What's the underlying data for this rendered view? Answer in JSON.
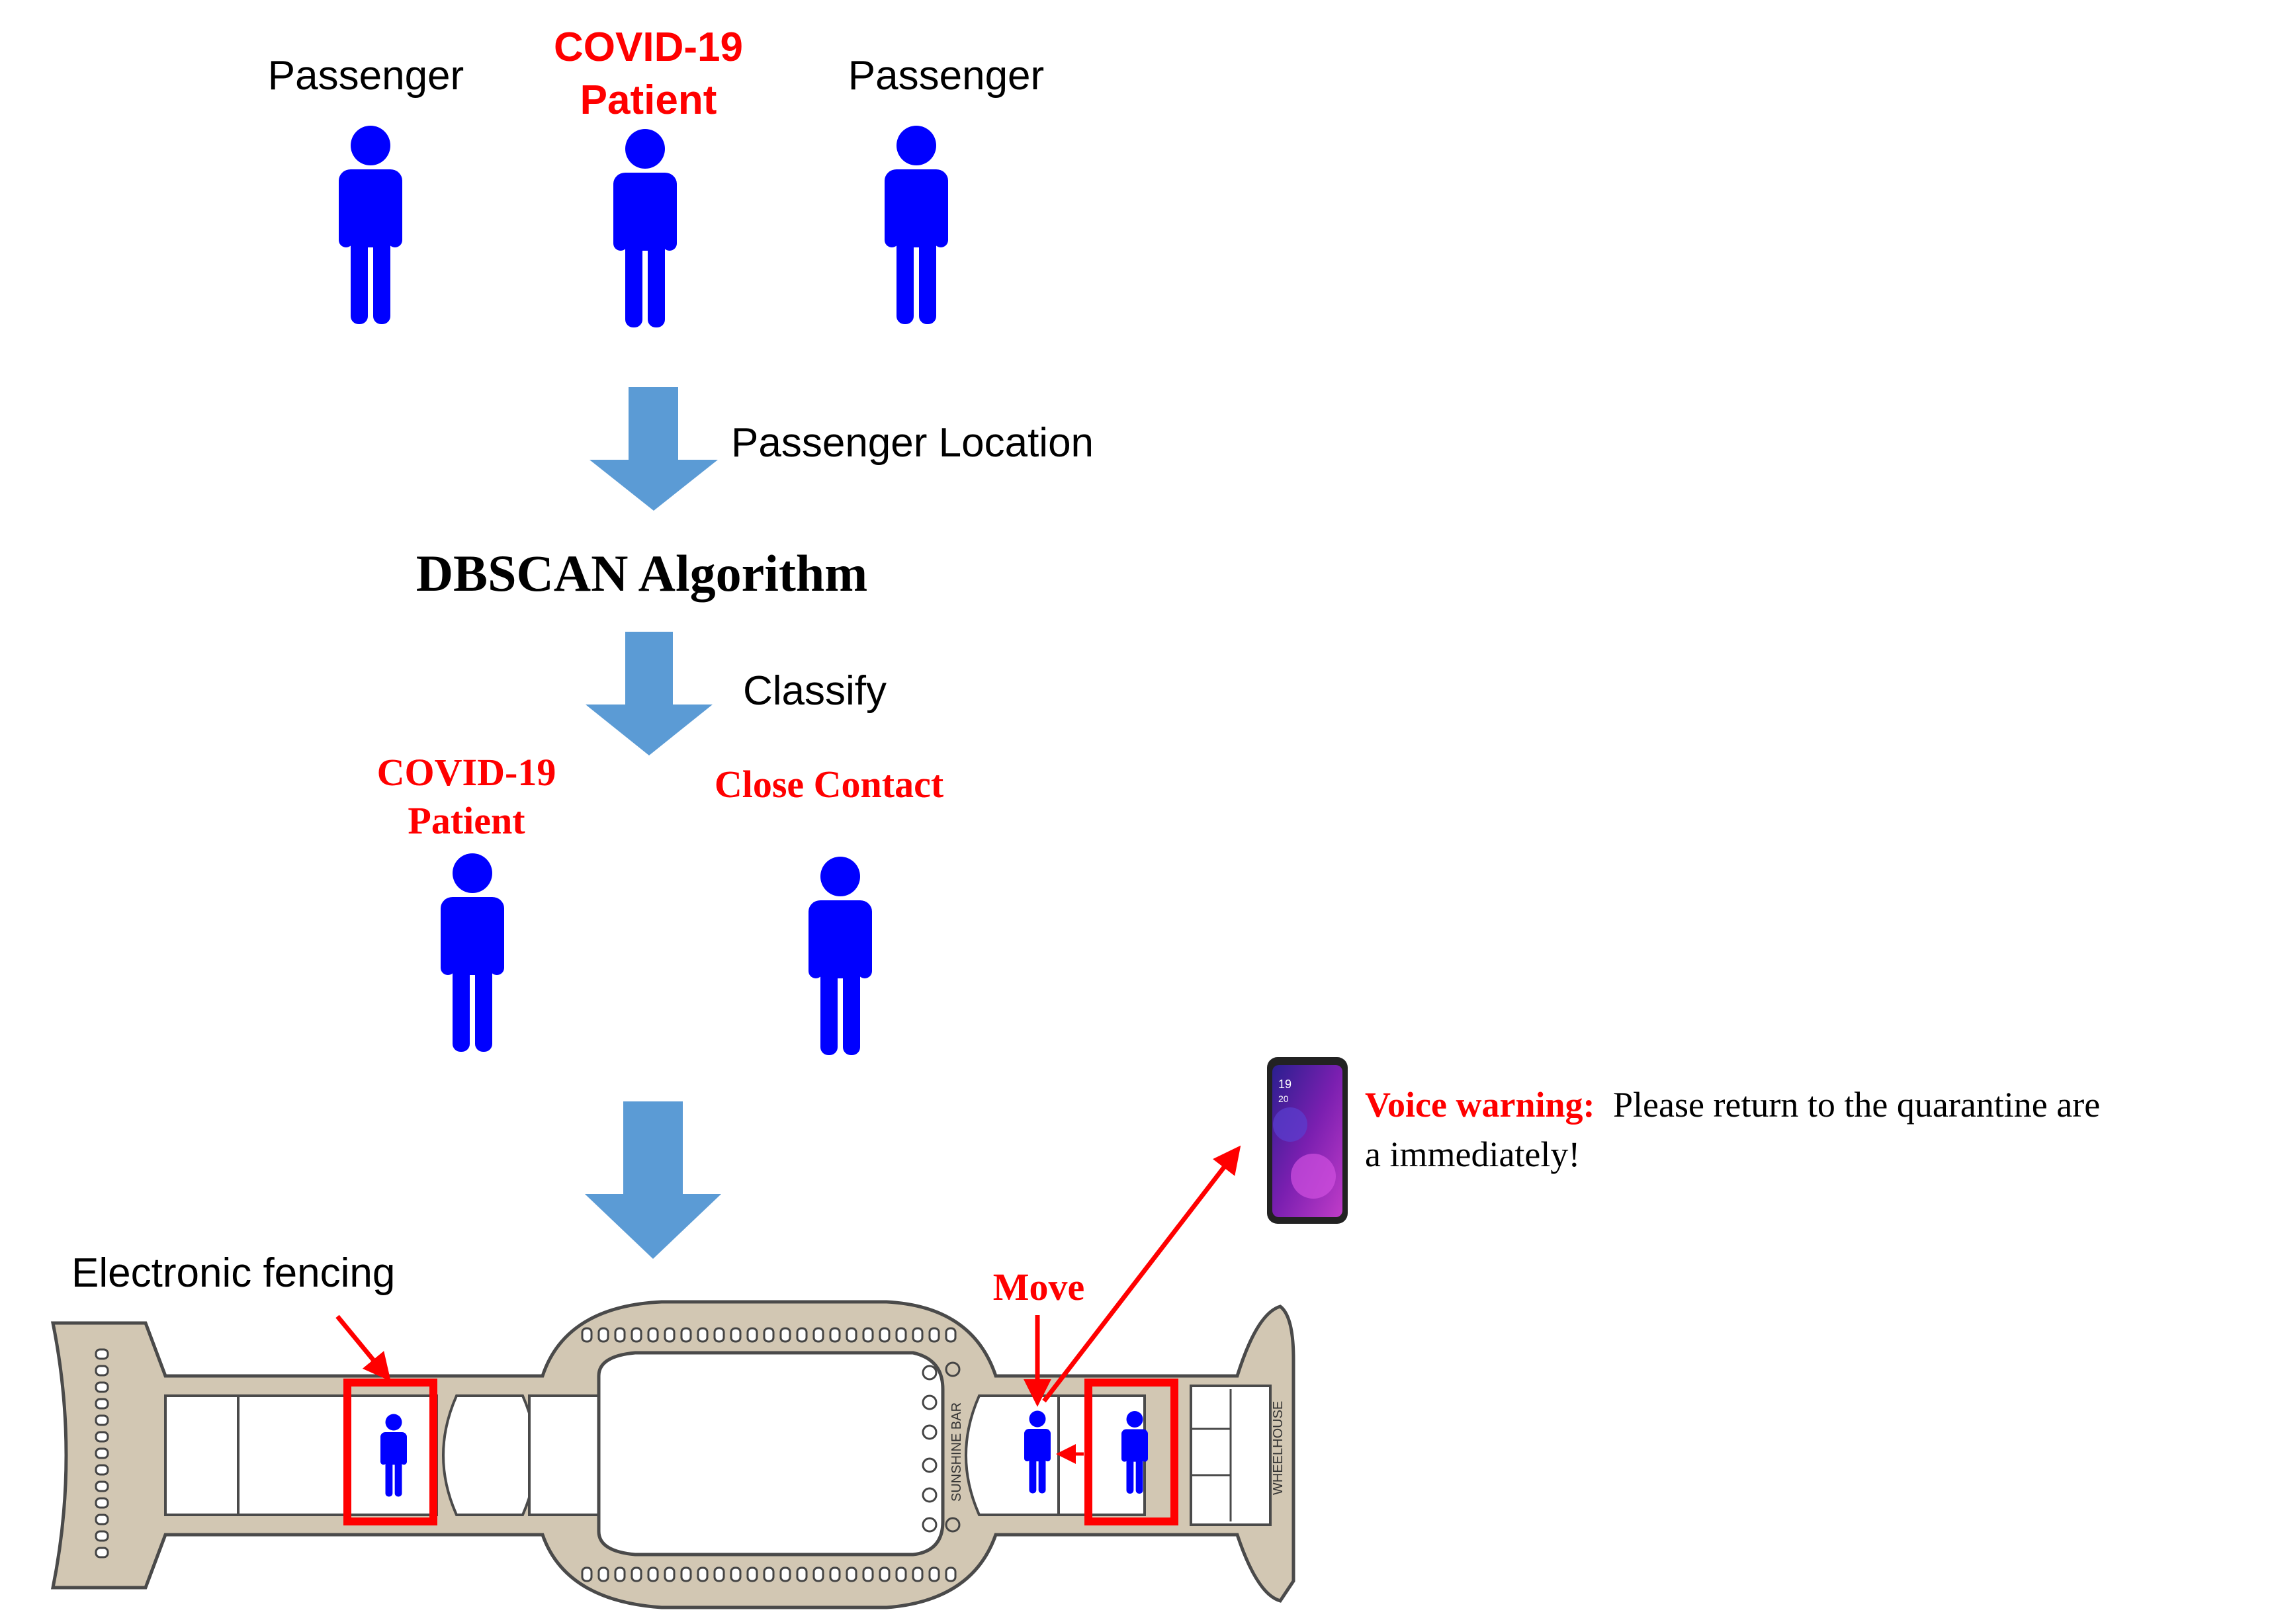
{
  "labels": {
    "passenger_left": "Passenger",
    "covid_patient_top_line1": "COVID-19",
    "covid_patient_top_line2": "Patient",
    "passenger_right": "Passenger",
    "step_passenger_location": "Passenger Location",
    "algorithm_title": "DBSCAN Algorithm",
    "step_classify": "Classify",
    "covid_patient_classified_line1": "COVID-19",
    "covid_patient_classified_line2": "Patient",
    "close_contact": "Close Contact",
    "electronic_fencing": "Electronic fencing",
    "move": "Move",
    "voice_warning_prefix": "Voice warning:",
    "voice_warning_message_line1": "Please return to the quarantine  are",
    "voice_warning_message_line2": "a immediately!"
  },
  "deck_labels": {
    "sunshine_bar": "SUNSHINE BAR",
    "wheelhouse": "WHEELHOUSE"
  },
  "phone_screen": {
    "time": "19",
    "date": "20"
  },
  "colors": {
    "person": "#0000FF",
    "alert_red": "#FF0000",
    "arrow_blue": "#5B9BD5",
    "deck_tan": "#D2C7B3",
    "text": "#000000"
  },
  "icons": {
    "person": "person-icon",
    "flow_arrow": "down-arrow-icon",
    "phone": "smartphone-icon"
  }
}
